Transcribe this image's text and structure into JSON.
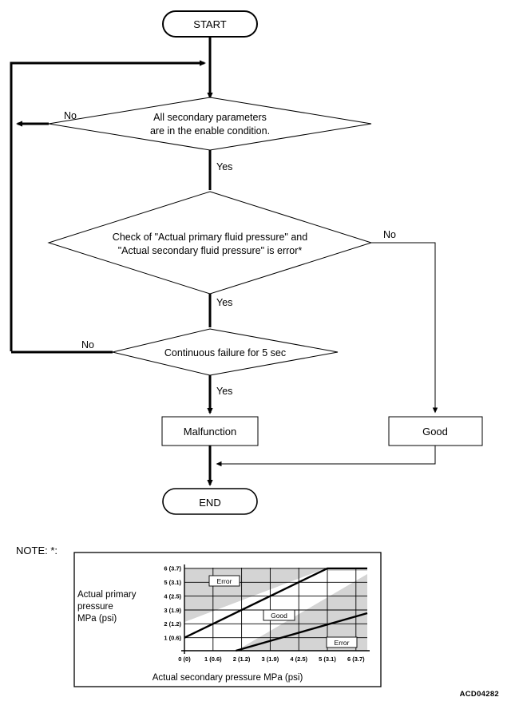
{
  "diagram": {
    "title_code": "ACD04282",
    "start_label": "START",
    "end_label": "END",
    "nodes": [
      {
        "id": "start",
        "type": "terminator",
        "label": "START"
      },
      {
        "id": "decision1",
        "type": "decision",
        "line1": "All secondary parameters",
        "line2": "are in the enable condition."
      },
      {
        "id": "decision2",
        "type": "decision",
        "line1": "Check of \"Actual primary fluid pressure\" and",
        "line2": "\"Actual secondary fluid pressure\" is error*"
      },
      {
        "id": "decision3",
        "type": "decision",
        "line1": "Continuous failure for 5 sec",
        "line2": ""
      },
      {
        "id": "malfunction",
        "type": "process",
        "label": "Malfunction"
      },
      {
        "id": "good",
        "type": "process",
        "label": "Good"
      },
      {
        "id": "end",
        "type": "terminator",
        "label": "END"
      }
    ],
    "branch_labels": {
      "d1_no": "No",
      "d1_yes": "Yes",
      "d2_no": "No",
      "d2_yes": "Yes",
      "d3_no": "No",
      "d3_yes": "Yes"
    }
  },
  "note": {
    "prefix": "NOTE: *:"
  },
  "chart_data": {
    "type": "line",
    "title": "",
    "xlabel": "Actual secondary pressure  MPa (psi)",
    "ylabel_lines": [
      "Actual primary",
      "pressure",
      "MPa (psi)"
    ],
    "xticks": [
      "0 (0)",
      "1 (0.6)",
      "2 (1.2)",
      "3 (1.9)",
      "4 (2.5)",
      "5 (3.1)",
      "6 (3.7)"
    ],
    "xtick_values": [
      0,
      1,
      2,
      3,
      4,
      5,
      6
    ],
    "yticks": [
      "1 (0.6)",
      "2 (1.2)",
      "3 (1.9)",
      "4 (2.5)",
      "5 (3.1)",
      "6 (3.7)"
    ],
    "ytick_values": [
      1,
      2,
      3,
      4,
      5,
      6
    ],
    "xlim": [
      0,
      6.4
    ],
    "ylim": [
      0,
      6.4
    ],
    "grid": true,
    "legend_position": "none",
    "series": [
      {
        "name": "upper-boundary",
        "points": [
          [
            0,
            1
          ],
          [
            5,
            6
          ],
          [
            6.4,
            6
          ]
        ]
      },
      {
        "name": "lower-boundary",
        "points": [
          [
            1.8,
            0
          ],
          [
            6.4,
            2.7
          ]
        ]
      }
    ],
    "annotations": [
      {
        "text": "Error",
        "x": 1.1,
        "y": 5.0,
        "region": "upper-left"
      },
      {
        "text": "Good",
        "x": 3.2,
        "y": 2.6,
        "region": "middle"
      },
      {
        "text": "Error",
        "x": 5.2,
        "y": 0.75,
        "region": "lower-right"
      }
    ],
    "zones": {
      "error_upper": "Error",
      "good": "Good",
      "error_lower": "Error"
    }
  }
}
